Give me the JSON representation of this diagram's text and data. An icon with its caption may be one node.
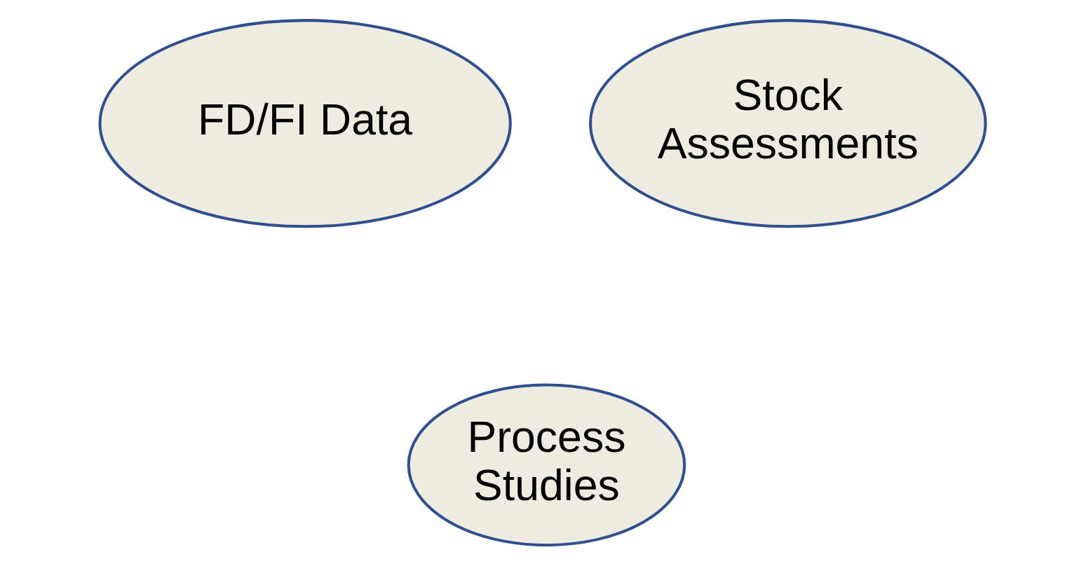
{
  "diagram": {
    "nodes": [
      {
        "text": [
          "FD/FI Data"
        ]
      },
      {
        "text": [
          "Stock Assessments"
        ]
      },
      {
        "text": [
          "Process Studies"
        ]
      }
    ]
  }
}
